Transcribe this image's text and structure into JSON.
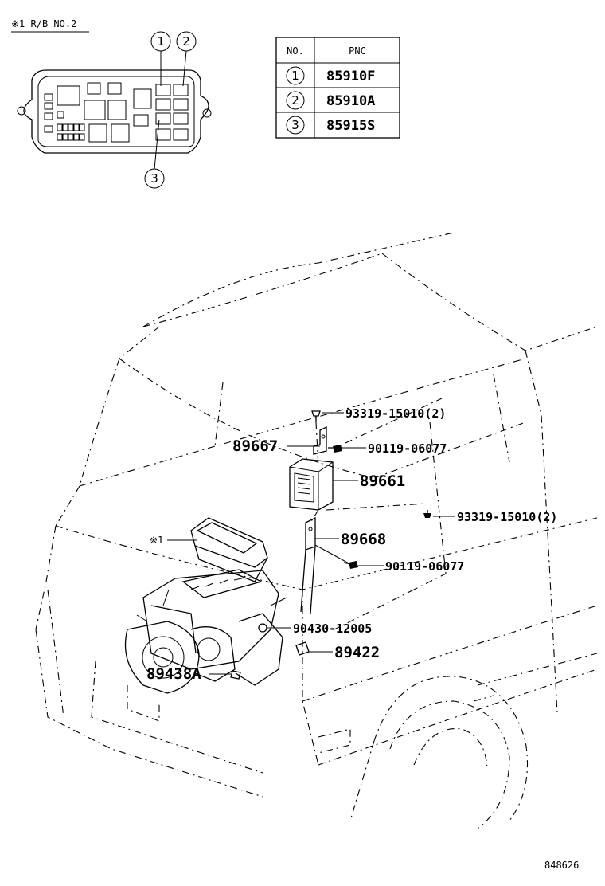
{
  "header": {
    "label": "※1 R/B NO.2"
  },
  "relay_block_callouts": [
    "1",
    "2",
    "3"
  ],
  "table": {
    "headers": [
      "NO.",
      "PNC"
    ],
    "rows": [
      {
        "no": "1",
        "pnc": "85910F"
      },
      {
        "no": "2",
        "pnc": "85910A"
      },
      {
        "no": "3",
        "pnc": "85915S"
      }
    ]
  },
  "parts": {
    "screw_upper": "93319-15010(2)",
    "bracket_upper": "89667",
    "bolt_upper": "90119-06077",
    "ecu": "89661",
    "screw_lower": "93319-15010(2)",
    "bracket_lower": "89668",
    "bolt_lower": "90119-06077",
    "gasket": "90430-12005",
    "sensor": "89422",
    "sensor_a": "89438A",
    "relay_block_ref": "※1"
  },
  "footer": {
    "code": "848626"
  }
}
